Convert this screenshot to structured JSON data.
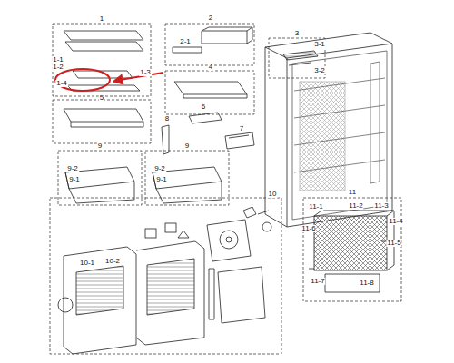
{
  "diagram": {
    "labels": [
      "1",
      "1-1",
      "1-2",
      "1-3",
      "1-4",
      "2",
      "2-1",
      "4",
      "3",
      "3-1",
      "3-2",
      "5",
      "6",
      "8",
      "7",
      "9",
      "9-2",
      "9-1",
      "9",
      "9-2",
      "9-1",
      "10",
      "10-1",
      "10-2",
      "11",
      "11-1",
      "11-2",
      "11-3",
      "11-4",
      "11-6",
      "11-5",
      "11-7",
      "11-8"
    ]
  }
}
